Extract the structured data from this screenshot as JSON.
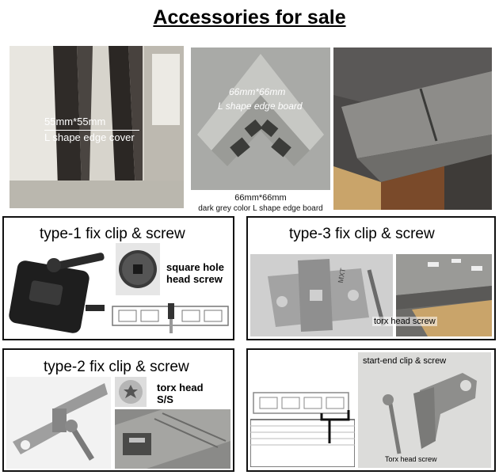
{
  "page": {
    "title": "Accessories for sale"
  },
  "top": {
    "edge_cover": {
      "size": "55mm*55mm",
      "name": "L shape edge cover"
    },
    "edge_board": {
      "size": "66mm*66mm",
      "name": "L shape edge board",
      "caption_size": "66mm*66mm",
      "caption_desc": "dark grey color L shape edge board"
    }
  },
  "panels": {
    "type1": {
      "title": "type-1 fix clip & screw",
      "screw_label_1": "square hole",
      "screw_label_2": "head screw"
    },
    "type3": {
      "title": "type-3 fix clip & screw",
      "screw_label": "torx head screw",
      "clip_text": "MXT"
    },
    "type2": {
      "title": "type-2 fix clip & screw",
      "screw_label_1": "torx head",
      "screw_label_2": "S/S"
    },
    "startend": {
      "clip_label": "start-end clip & screw",
      "screw_label": "Torx head screw"
    }
  }
}
